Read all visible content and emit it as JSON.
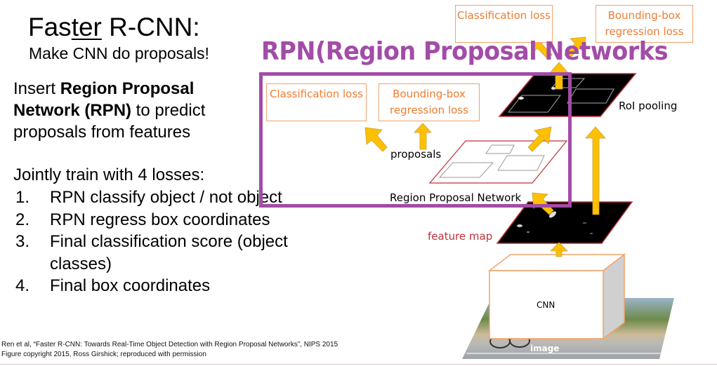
{
  "slide": {
    "title_prefix": "Fas",
    "title_underlined": "ter",
    "title_suffix": " R-CNN:",
    "subtitle": "Make CNN do proposals!",
    "description": {
      "part1": "Insert ",
      "bold": "Region Proposal Network (RPN)",
      "part2": " to predict proposals from features"
    },
    "losses_heading": "Jointly train with 4 losses:",
    "losses": [
      {
        "num": "1.",
        "text": "RPN classify object / not object"
      },
      {
        "num": "2.",
        "text": "RPN regress box coordinates"
      },
      {
        "num": "3.",
        "text": "Final classification score (object classes)"
      },
      {
        "num": "4.",
        "text": "Final box coordinates"
      }
    ],
    "citation_line1": "Ren et al, “Faster R-CNN: Towards Real-Time Object Detection with Region Proposal Networks”, NIPS 2015",
    "citation_line2": "Figure copyright 2015, Ross Girshick; reproduced with permission",
    "rpn_banner": "RPN(Region Proposal Networks"
  },
  "diagram": {
    "top_classification_loss": "Classification loss",
    "top_bbox_loss": "Bounding-box regression loss",
    "rpn_classification_loss": "Classification loss",
    "rpn_bbox_loss": "Bounding-box regression loss",
    "proposals_label": "proposals",
    "rpn_label": "Region Proposal Network",
    "roi_pooling_label": "RoI pooling",
    "feature_map_label": "feature map",
    "cnn_label": "CNN",
    "image_label": "image",
    "colors": {
      "accent_purple": "#a24ca8",
      "loss_orange": "#ee7d31",
      "arrow_yellow": "#ffc000",
      "map_border_red": "#c00000"
    }
  }
}
